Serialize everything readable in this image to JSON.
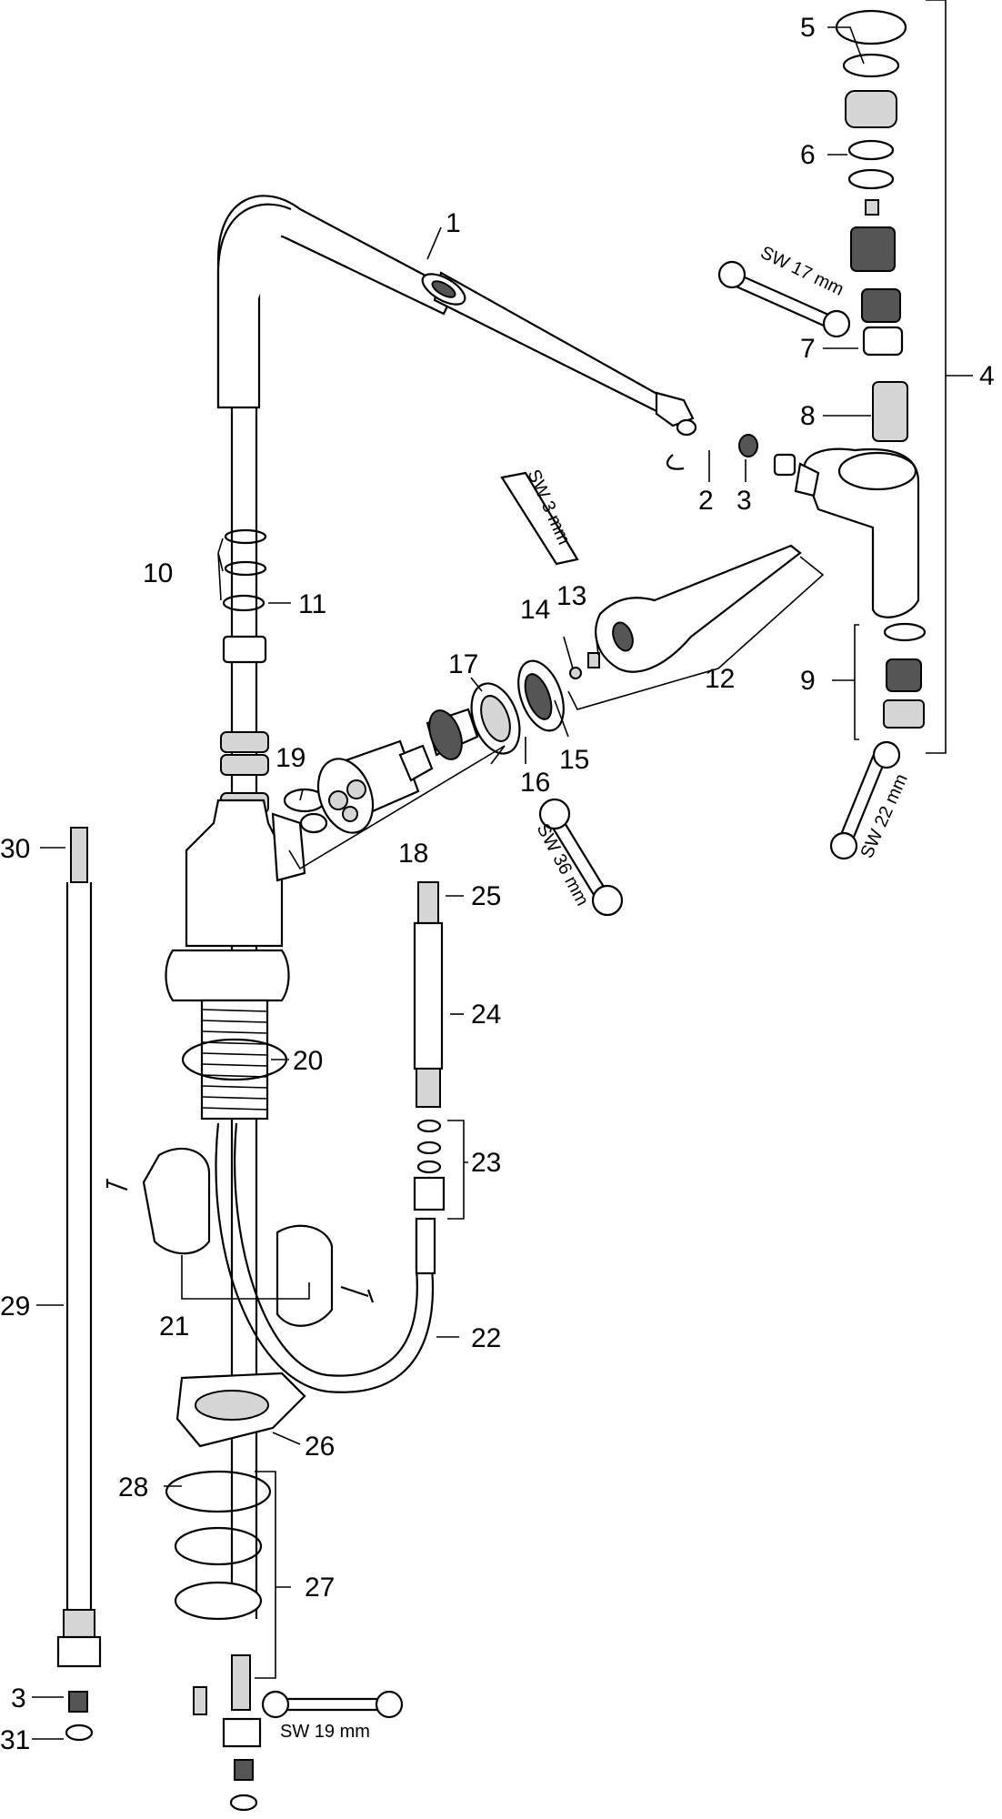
{
  "part_numbers": [
    "1",
    "2",
    "3",
    "4",
    "5",
    "6",
    "7",
    "8",
    "9",
    "10",
    "11",
    "12",
    "13",
    "14",
    "15",
    "16",
    "17",
    "18",
    "19",
    "20",
    "21",
    "22",
    "23",
    "24",
    "25",
    "26",
    "27",
    "28",
    "29",
    "30",
    "3",
    "31"
  ],
  "tool_labels": {
    "sw17": "SW 17 mm",
    "sw22": "SW 22 mm",
    "sw3": "SW 3 mm",
    "sw36": "SW 36 mm",
    "sw19": "SW 19 mm"
  }
}
